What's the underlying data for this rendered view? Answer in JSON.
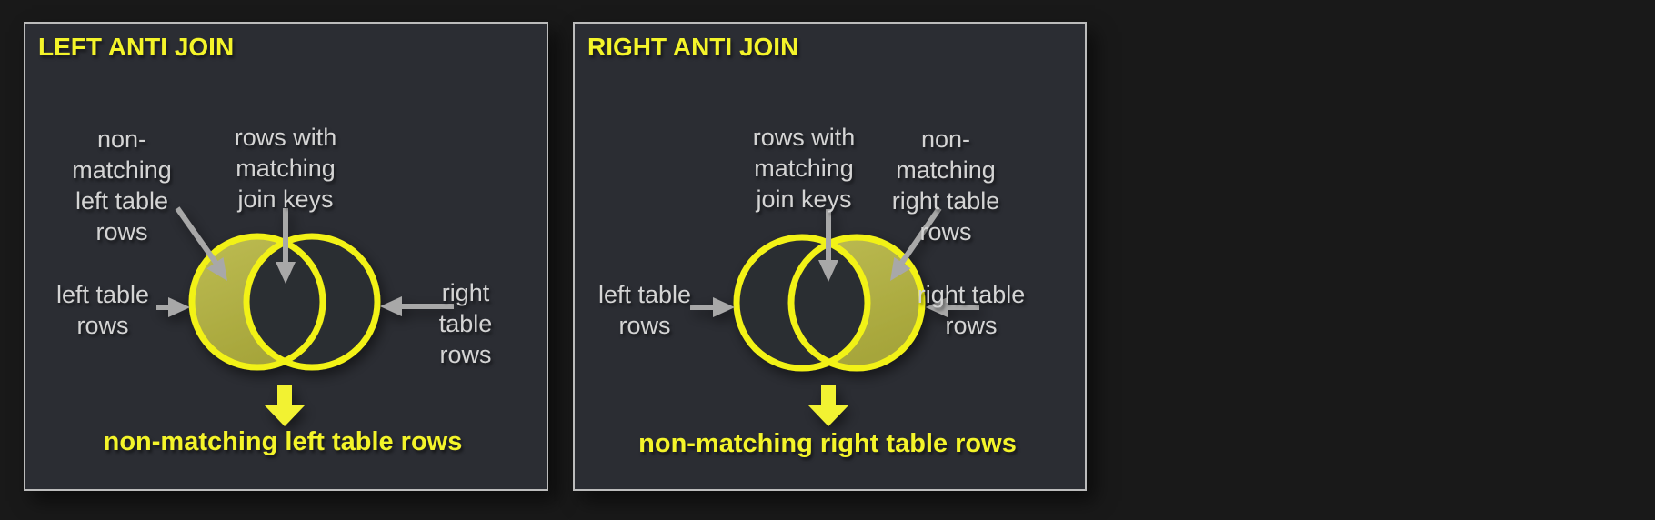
{
  "colors": {
    "page_bg": "#191919",
    "panel_bg": "#2b2d33",
    "panel_border": "#bcbcbc",
    "accent_yellow": "#f4f42a",
    "circle_stroke": "#f2f218",
    "venn_fill": "#b1b043",
    "label_gray": "#d4d4d4",
    "arrow_gray": "#a8a8a8"
  },
  "panels": [
    {
      "id": "left-anti-join",
      "title": "LEFT ANTI JOIN",
      "highlighted_region": "left-exclusive",
      "labels": {
        "non_matching": "non-\nmatching\nleft table\nrows",
        "matching": "rows with\nmatching\njoin keys",
        "left_table": "left table\nrows",
        "right_table": "right table\nrows"
      },
      "result": "non-matching left table rows"
    },
    {
      "id": "right-anti-join",
      "title": "RIGHT ANTI JOIN",
      "highlighted_region": "right-exclusive",
      "labels": {
        "matching": "rows with\nmatching\njoin keys",
        "non_matching": "non-\nmatching\nright table\nrows",
        "left_table": "left table\nrows",
        "right_table": "right table\nrows"
      },
      "result": "non-matching right table rows"
    }
  ]
}
